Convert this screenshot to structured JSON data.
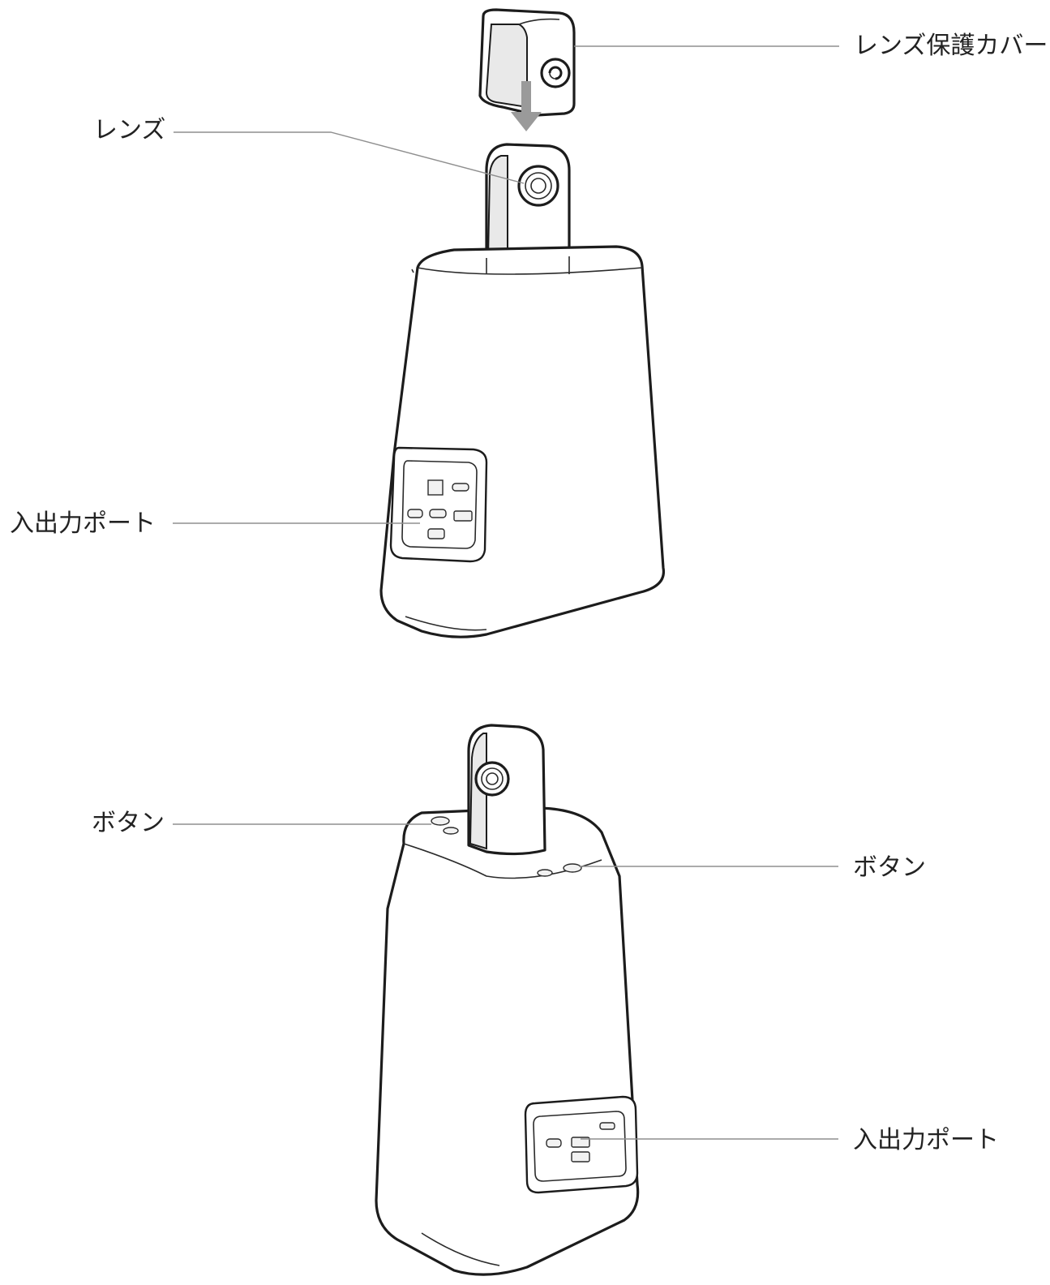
{
  "labels": {
    "lens_cover": "レンズ保護カバー",
    "lens": "レンズ",
    "io_port_front": "入出力ポート",
    "button_left": "ボタン",
    "button_right": "ボタン",
    "io_port_back": "入出力ポート"
  },
  "colors": {
    "outline": "#1c1c1c",
    "leader_line": "#8f8f8f",
    "arrow": "#9a9a9a",
    "text": "#222222"
  }
}
